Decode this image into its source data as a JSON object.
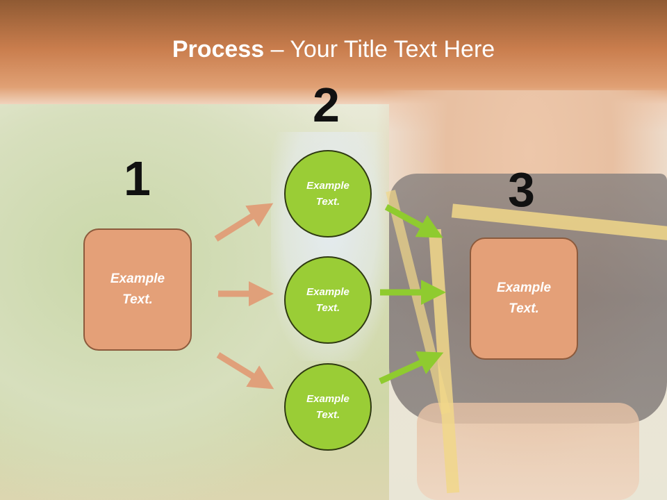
{
  "title": {
    "bold": "Process",
    "dash": " – ",
    "rest": "Your Title Text Here"
  },
  "steps": {
    "one": "1",
    "two": "2",
    "three": "3"
  },
  "boxes": {
    "left": "Example Text.",
    "right": "Example Text."
  },
  "circles": [
    {
      "text": "Example Text."
    },
    {
      "text": "Example Text."
    },
    {
      "text": "Example Text."
    }
  ],
  "colors": {
    "box": "#e4a078",
    "circle": "#9acd36",
    "arrow_orange": "#e0a07a",
    "arrow_green": "#8fcb2f",
    "title": "#ffffff"
  }
}
